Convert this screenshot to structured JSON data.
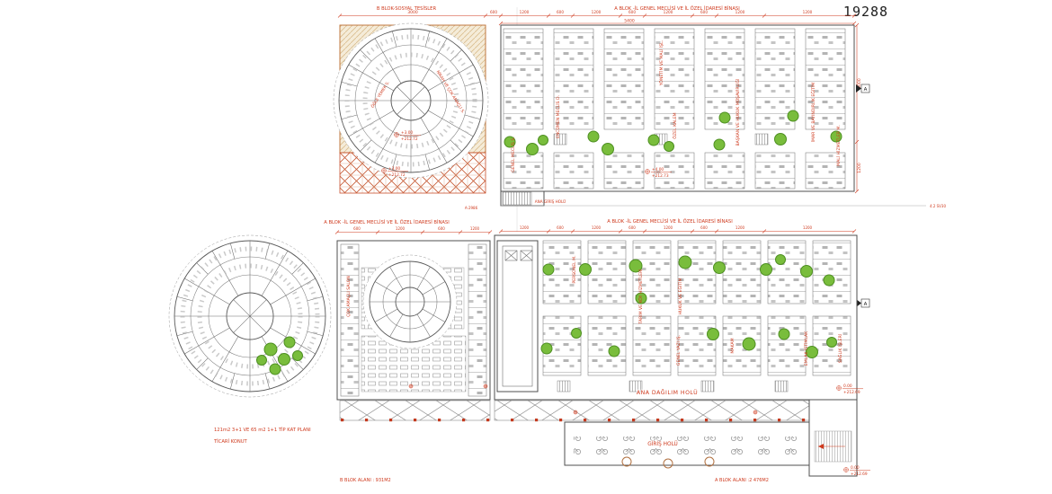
{
  "sheet": {
    "number": "19288"
  },
  "colors": {
    "red": "#cf3a1e",
    "green_fill": "#79bd3c",
    "green_stroke": "#4e8f22",
    "line": "#555555",
    "tan": "#c07840"
  },
  "headers": {
    "b_block_top": "B BLOK-SOSYAL TESİSLER",
    "a_block_top": "A BLOK -İL GENEL MECLİSİ VE İL ÖZEL İDARESİ BİNASI",
    "a_block_mid_left": "A BLOK -İL GENEL MECLİSİ VE İL ÖZEL İDARESİ BİNASI",
    "a_block_mid_right": "A BLOK -İL GENEL MECLİSİ VE İL ÖZEL İDARESİ BİNASI",
    "hall_top": "ANA GİRİŞ HOLÜ"
  },
  "dims": {
    "b_total": "3000",
    "gap": "600",
    "a_total": "5400",
    "segments": [
      "1200",
      "600",
      "1200",
      "600",
      "1200",
      "600",
      "1200",
      "1200"
    ],
    "segments_small": [
      "600",
      "1200",
      "600",
      "1200"
    ],
    "right_upper": "3000",
    "right_lower": "1200"
  },
  "section": {
    "label": "A"
  },
  "elevations": [
    {
      "value": "+3.00",
      "datum": "+212.72"
    },
    {
      "value": "+3.00",
      "datum": "+212.72"
    },
    {
      "value": "+4.00",
      "datum": "+212.73"
    },
    {
      "value": "0.00",
      "datum": "+212.69"
    },
    {
      "value": "0.00",
      "datum": "+212.69"
    }
  ],
  "rooms": {
    "top_circle": [
      "ÖĞLE YEMEK S.",
      "NİKAH VE ÇOK AMAÇLI S."
    ],
    "top_block": [
      "YÖNETİM VE MALİ İŞL.",
      "GENEL MECLİS S.",
      "ENCÜMEN MECLİS D.",
      "ÖZEL KALEM",
      "BAŞKAN VE HUKUK MÜŞAVİRLİĞİ",
      "İMAR VE BAYINDIRLIK EĞİTİM",
      "MALİ HİZMETLER M."
    ],
    "bottom_block": [
      "PERSONEL M.",
      "TARIM VE KÖY HİZMETLERİ",
      "HUKUK VE EĞİTİM",
      "GENEL YAZI İŞ.",
      "MAKAM",
      "EMLAK İSTİMLAK",
      "SAĞLIK İŞLERİ"
    ],
    "mid_block": [
      "ÇOK AMAÇLI SALON"
    ]
  },
  "halls": {
    "main": "ANA DAĞILIM HOLÜ",
    "entry": "GİRİŞ HOLÜ"
  },
  "captions": {
    "type_plan": "121m2 3+1 VE 65 m2 1+1 TİP KAT PLANI",
    "commercial": "TİCARİ KONUT",
    "area_b": "B BLOK ALANI : 931M2",
    "area_a": "A BLOK ALANI :2 476M2"
  },
  "notes": {
    "left": "A-2986",
    "right": "4.2 SV30"
  }
}
